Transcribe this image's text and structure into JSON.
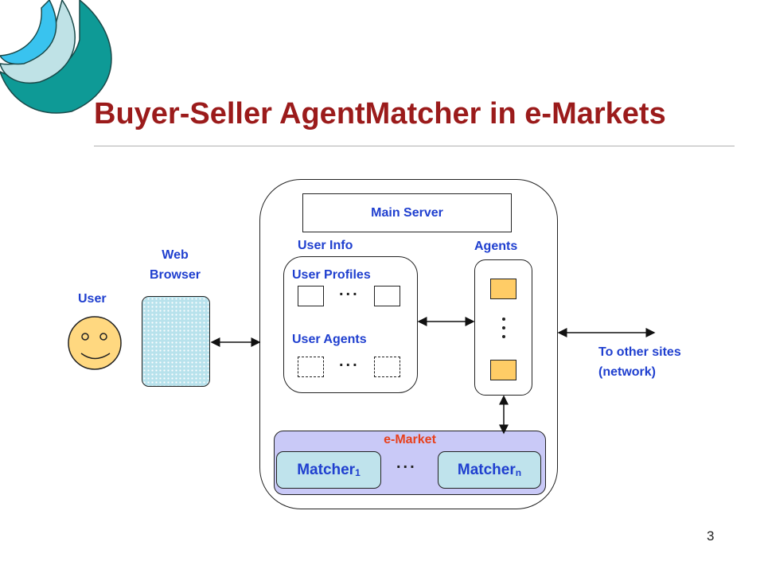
{
  "slide": {
    "title": "Buyer-Seller AgentMatcher in e-Markets",
    "page_number": "3"
  },
  "diagram": {
    "user_label": "User",
    "web_browser_line1": "Web",
    "web_browser_line2": "Browser",
    "main_server": "Main  Server",
    "user_info": "User   Info",
    "user_profiles": "User  Profiles",
    "user_agents": "User  Agents",
    "agents": "Agents",
    "emarket": "e-Market",
    "matcher_first": "Matcher",
    "matcher_first_sub": "1",
    "matcher_last": "Matcher",
    "matcher_last_sub": "n",
    "other_sites_line1": "To other sites",
    "other_sites_line2": "(network)",
    "ellipsis": "..."
  },
  "colors": {
    "title": "#9b1b1b",
    "label": "#1f3fcf",
    "emarket_label": "#e8401c",
    "emarket_fill": "#c9c9f7",
    "matcher_fill": "#bfe3ec",
    "agent_fill": "#ffcc66",
    "face_fill": "#ffd880"
  }
}
